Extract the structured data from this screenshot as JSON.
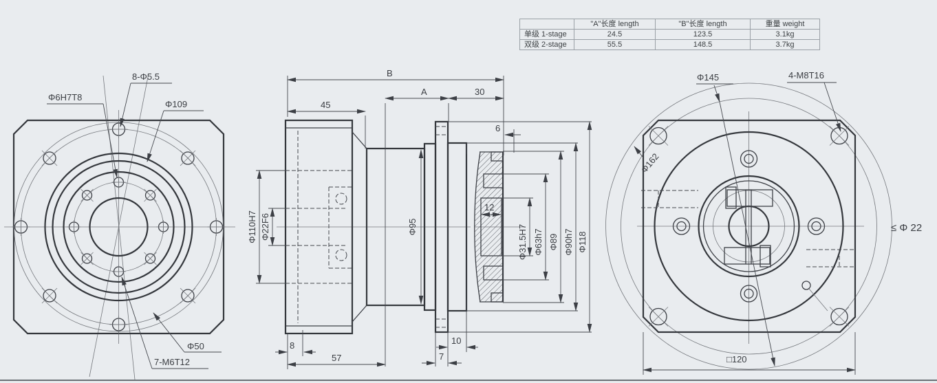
{
  "table": {
    "headers": [
      "",
      "\"A\"长度 length",
      "\"B\"长度  length",
      "重量 weight"
    ],
    "rows": [
      [
        "单级 1-stage",
        "24.5",
        "123.5",
        "3.1kg"
      ],
      [
        "双级 2-stage",
        "55.5",
        "148.5",
        "3.7kg"
      ]
    ]
  },
  "front_view": {
    "bolt_holes": "8-Φ5.5",
    "dowel_hole": "Φ6H7T8",
    "bolt_circle": "Φ109",
    "center_bore": "Φ50",
    "thread_holes": "7-M6T12"
  },
  "side_view": {
    "total_b": "B",
    "len_a": "A",
    "input_len": "30",
    "block_len": "45",
    "clamp_gap": "6",
    "spigot": "Φ110H7",
    "shaft_bore": "Φ22F6",
    "body_od": "Φ95",
    "key_width": "12",
    "input_bore": "Φ31.5H7",
    "clamp_od": "Φ63h7",
    "ring_od": "Φ89",
    "pilot_od": "Φ90h7",
    "flange_od": "Φ118",
    "step_len": "8",
    "block57": "57",
    "flange_t": "7",
    "pilot_len": "10"
  },
  "rear_view": {
    "bolt_circle": "Φ145",
    "mount_holes": "4-M8T16",
    "chamfer_circle": "Φ162",
    "max_bore": "≤ Φ 22",
    "square": "□120"
  },
  "colors": {
    "background": "#e9ecef",
    "object_line": "#34373c",
    "dim_line": "#45484e"
  }
}
